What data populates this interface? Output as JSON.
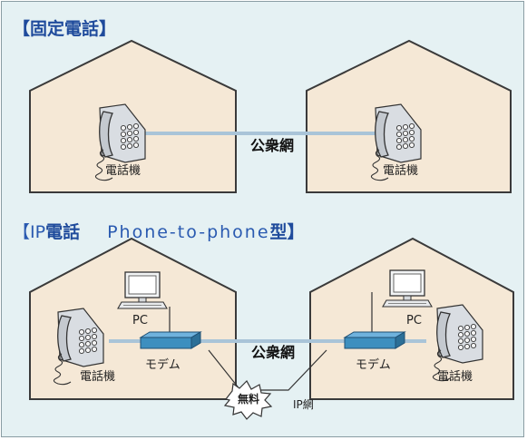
{
  "section1": {
    "title": "【固定電話】",
    "left_phone_label": "電話機",
    "right_phone_label": "電話機",
    "network_label": "公衆網"
  },
  "section2": {
    "title_prefix": "【IP",
    "title_bold": "電話",
    "title_latin": "Phone-to-phone",
    "title_suffix": "型】",
    "left_pc_label": "PC",
    "left_modem_label": "モデム",
    "left_phone_label": "電話機",
    "right_pc_label": "PC",
    "right_modem_label": "モデム",
    "right_phone_label": "電話機",
    "network_label": "公衆網",
    "free_label": "無料",
    "ip_network_label": "IP網"
  },
  "colors": {
    "background": "#e5f1f3",
    "house_fill": "#f5e8d6",
    "house_stroke": "#3a3a3a",
    "heading": "#1f4b9c",
    "line": "#a9c4d8",
    "modem": "#3d8fbf"
  }
}
